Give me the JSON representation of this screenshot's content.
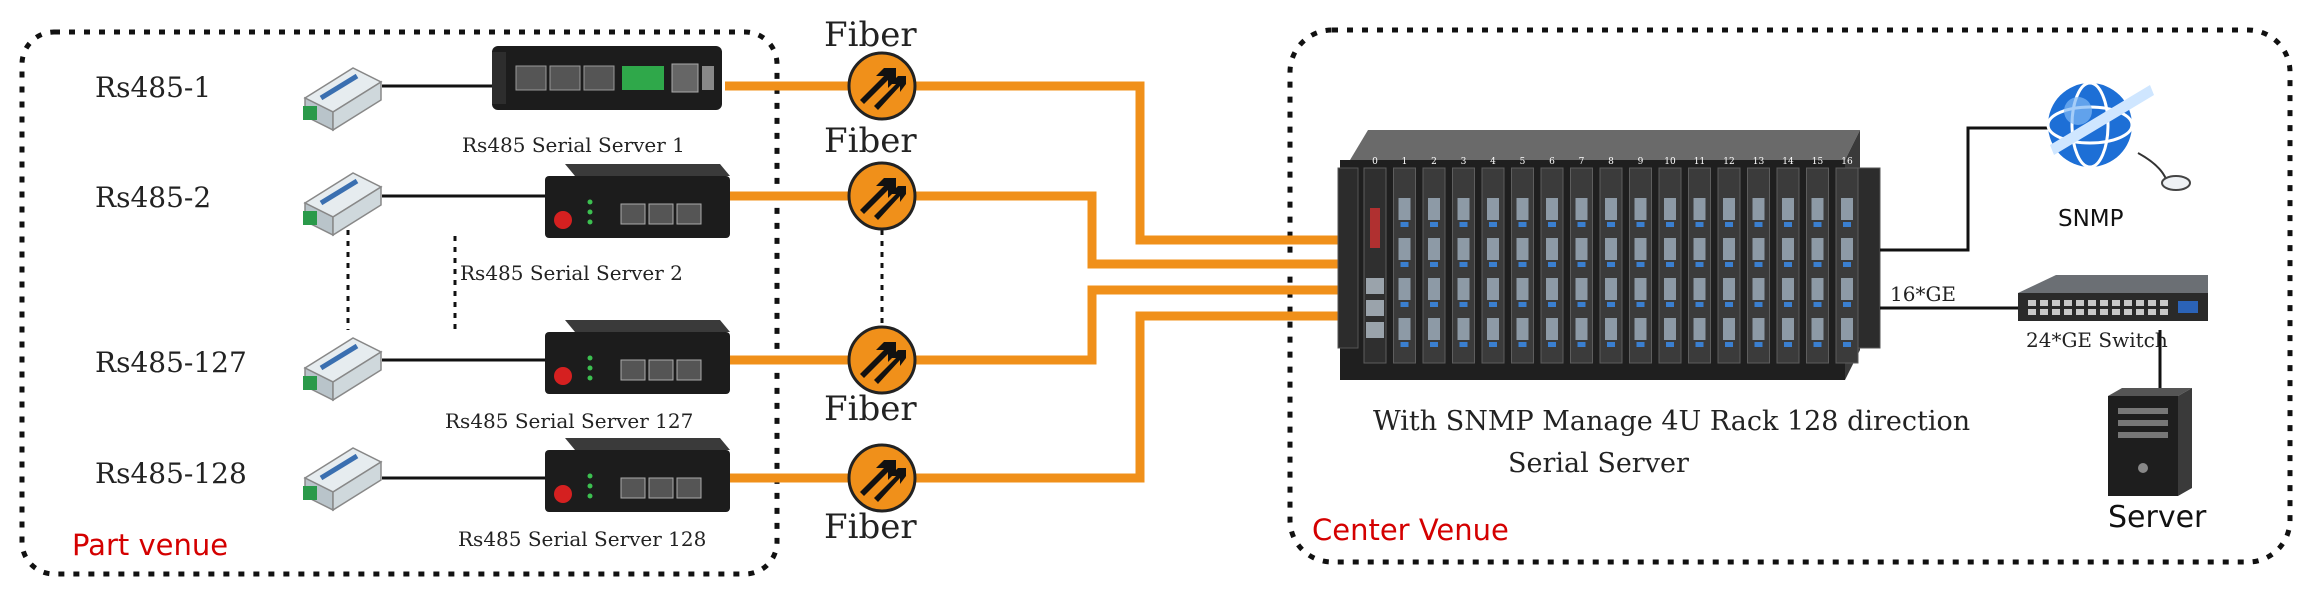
{
  "colors": {
    "fiber": "#f0901a",
    "venue_label": "#d40000",
    "border": "#111111",
    "device": "#1c1c1c"
  },
  "left_panel": {
    "venue_label": "Part venue",
    "rows": [
      {
        "input": "Rs485-1",
        "server": "Rs485 Serial Server 1"
      },
      {
        "input": "Rs485-2",
        "server": "Rs485 Serial Server 2"
      },
      {
        "input": "Rs485-127",
        "server": "Rs485 Serial Server 127"
      },
      {
        "input": "Rs485-128",
        "server": "Rs485 Serial Server 128"
      }
    ]
  },
  "fiber_labels": [
    "Fiber",
    "Fiber",
    "Fiber",
    "Fiber"
  ],
  "right_panel": {
    "venue_label": "Center Venue",
    "rack_label_line1": "With SNMP Manage 4U Rack 128 direction",
    "rack_label_line2": "Serial Server",
    "rack_slot_numbers": [
      "0",
      "1",
      "2",
      "3",
      "4",
      "5",
      "6",
      "7",
      "8",
      "9",
      "10",
      "11",
      "12",
      "13",
      "14",
      "15",
      "16"
    ],
    "snmp_label": "SNMP",
    "uplink_label": "16*GE",
    "switch_label": "24*GE Switch",
    "server_label": "Server"
  },
  "icons": [
    "rs485-converter-icon",
    "serial-server-icon",
    "fiber-transceiver-icon",
    "rack-chassis-icon",
    "snmp-globe-icon",
    "network-switch-icon",
    "server-tower-icon"
  ]
}
